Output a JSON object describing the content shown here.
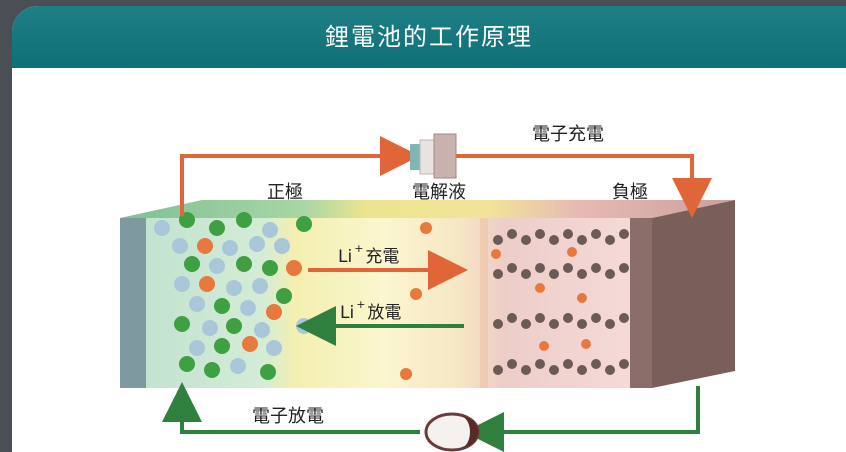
{
  "title": "鋰電池的工作原理",
  "labels": {
    "charge_electron": "電子充電",
    "discharge_electron": "電子放電",
    "cathode": "正極",
    "electrolyte": "電解液",
    "anode": "負極"
  },
  "ions": {
    "charge": {
      "prefix": "Li",
      "sup": "+",
      "text": "充電"
    },
    "discharge": {
      "prefix": "Li",
      "sup": "+",
      "text": "放電"
    }
  },
  "colors": {
    "header": "#137379",
    "charge_arrow": "#e0663a",
    "discharge_arrow": "#2f7f3f",
    "lithium": "#e7793e",
    "cathode_green": "#3ea043",
    "cathode_blue": "#a9c7d9",
    "anode_graphite": "#6b5a55",
    "cathode_region": "#cfe8d9",
    "electrolyte_region": "#f8f1b8",
    "anode_region": "#f3d7d4"
  },
  "icons": [
    "power-source-icon",
    "load-bulb-icon"
  ]
}
